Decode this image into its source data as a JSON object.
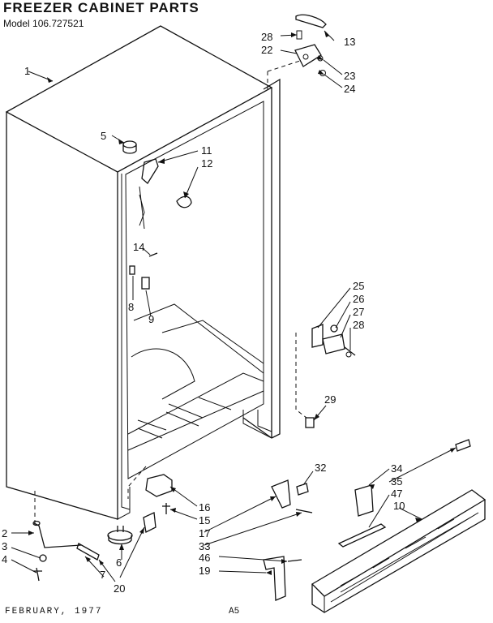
{
  "header": {
    "title": "FREEZER CABINET PARTS",
    "model": "Model 106.727521"
  },
  "footer": {
    "date": "FEBRUARY, 1977",
    "page": "A5"
  },
  "labels": {
    "l1": "1",
    "l2": "2",
    "l3": "3",
    "l4": "4",
    "l5": "5",
    "l6": "6",
    "l7": "7",
    "l8": "8",
    "l9": "9",
    "l10": "10",
    "l11": "11",
    "l12": "12",
    "l13": "13",
    "l14": "14",
    "l15": "15",
    "l16": "16",
    "l17": "17",
    "l19": "19",
    "l20": "20",
    "l22": "22",
    "l23": "23",
    "l24": "24",
    "l25": "25",
    "l26": "26",
    "l27": "27",
    "l28a": "28",
    "l28b": "28",
    "l29": "29",
    "l32": "32",
    "l33": "33",
    "l34": "34",
    "l35": "35",
    "l46": "46",
    "l47": "47"
  }
}
